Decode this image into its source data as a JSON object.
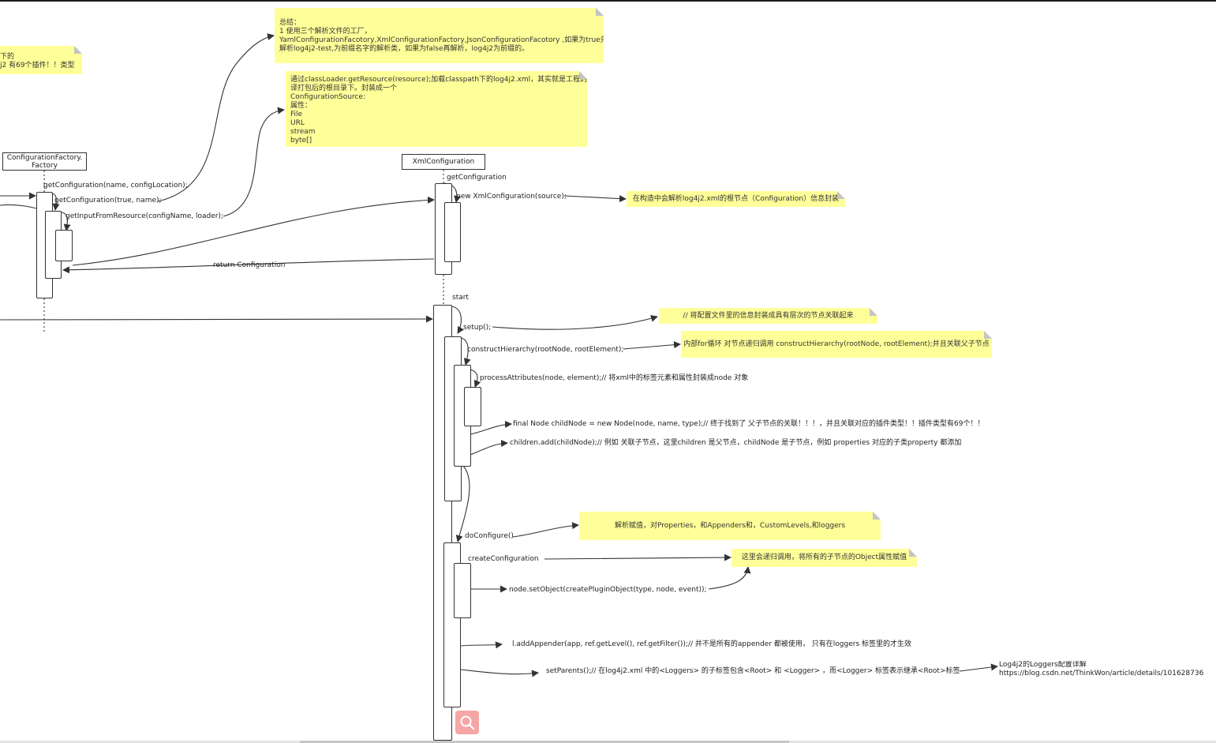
{
  "notes": {
    "summary": {
      "lines": [
        "总结：",
        "1 使用三个解析文件的工厂，",
        "YamlConfigurationFacotory,XmlConfigurationFactory,JsonConfigurationFacotory ,如果为true先",
        "解析log4j2-test,为前缀名字的解析类，如果为false再解析，log4j2为前缀的。"
      ]
    },
    "left_partial": {
      "lines": [
        "下的",
        "j2 有69个插件！！类型"
      ]
    },
    "resource": {
      "lines": [
        "通过classLoader.getResource(resource);加载classpath下的log4j2.xml，其实就是工程的编",
        "译打包后的根目录下。封装成一个",
        "ConfigurationSource:",
        "属性：",
        "File",
        "URL",
        "stream",
        "byte[]"
      ]
    },
    "xml_root": "在构造中会解析log4j2.xml的根节点（Configuration）信息封装",
    "setup": "// 将配置文件里的信息封装成具有层次的节点关联起来",
    "hierarchy": "内部for循环 对节点递归调用 constructHierarchy(rootNode, rootElement);并且关联父子节点",
    "do_configure": "解析赋值，对Properties，和Appenders和，CustomLevels,和loggers",
    "recursive": "这里会递归调用，将所有的子节点的Object属性赋值"
  },
  "lifelines": {
    "factory": "ConfigurationFactory.\nFactory",
    "xml": "XmlConfiguration"
  },
  "messages": {
    "get_configuration_loc": "getConfiguration(name, configLocation);",
    "get_configuration_true": "getConfiguration(true, name);",
    "get_input": "getInputFromResource(configName, loader);",
    "get_configuration": "getConfiguration",
    "new_xml": "new XmlConfiguration(source);",
    "return_config": "return Configuration",
    "start": "start",
    "setup": "setup();",
    "construct": "constructHierarchy(rootNode, rootElement);",
    "process_attr": "processAttributes(node, element);// 将xml中的标签元素和属性封装成node 对象",
    "child_node": "final Node childNode = new Node(node, name, type);// 终于找到了  父子节点的关联！！！，并且关联对应的插件类型！！插件类型有69个！！",
    "children_add": "children.add(childNode);// 例如 关联子节点，这里children 是父节点，childNode 是子节点，例如 properties 对应的子类property 都添加",
    "do_configure": "doConfigure()",
    "create_config": "createConfiguration",
    "set_object": "node.setObject(createPluginObject(type, node, event));",
    "add_appender": "l.addAppender(app, ref.getLevel(), ref.getFilter());// 并不是所有的appender 都被使用，  只有在loggers 标签里的才生效",
    "set_parents": "setParents();// 在log4j2.xml 中的<Loggers> 的子标签包含<Root> 和 <Logger> ，而<Logger> 标签表示继承<Root>标签"
  },
  "reference": {
    "title": "Log4j2的Loggers配置详解",
    "url": "https://blog.csdn.net/ThinkWon/article/details/101628736"
  },
  "colors": {
    "note": "#ffff99",
    "search_button": "#f7a5a5"
  },
  "icons": {
    "search": "search-icon"
  }
}
